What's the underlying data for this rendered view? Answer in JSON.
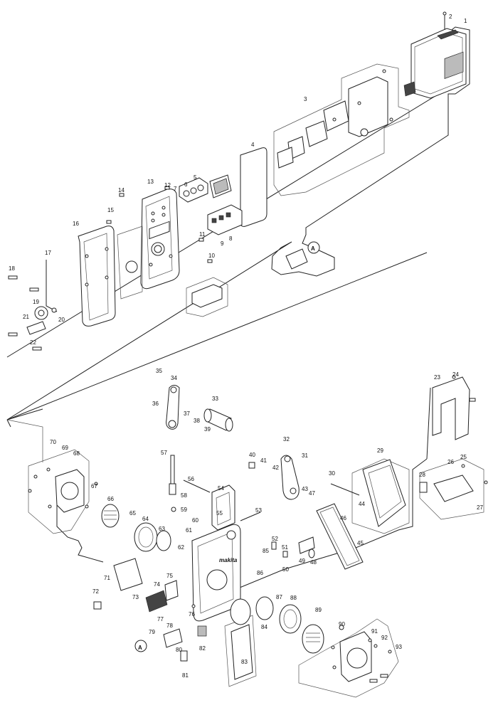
{
  "labels": [
    "1",
    "2",
    "3",
    "4",
    "5",
    "6",
    "7",
    "8",
    "9",
    "10",
    "11",
    "12",
    "13",
    "14",
    "15",
    "16",
    "17",
    "18",
    "19",
    "20",
    "21",
    "22",
    "23",
    "24",
    "25",
    "26",
    "27",
    "28",
    "29",
    "30",
    "31",
    "32",
    "33",
    "34",
    "35",
    "36",
    "37",
    "38",
    "39",
    "40",
    "41",
    "42",
    "43",
    "44",
    "45",
    "46",
    "47",
    "48",
    "49",
    "50",
    "51",
    "52",
    "53",
    "54",
    "55",
    "56",
    "57",
    "58",
    "59",
    "60",
    "61",
    "62",
    "63",
    "64",
    "65",
    "66",
    "67",
    "68",
    "69",
    "70",
    "71",
    "72",
    "73",
    "74",
    "75",
    "76",
    "77",
    "78",
    "79",
    "80",
    "81",
    "82",
    "83",
    "84",
    "85",
    "86",
    "87",
    "88",
    "89",
    "90",
    "91",
    "92",
    "93"
  ],
  "callouts": {
    "top": "A",
    "bottom": "A"
  },
  "brand": "makita"
}
